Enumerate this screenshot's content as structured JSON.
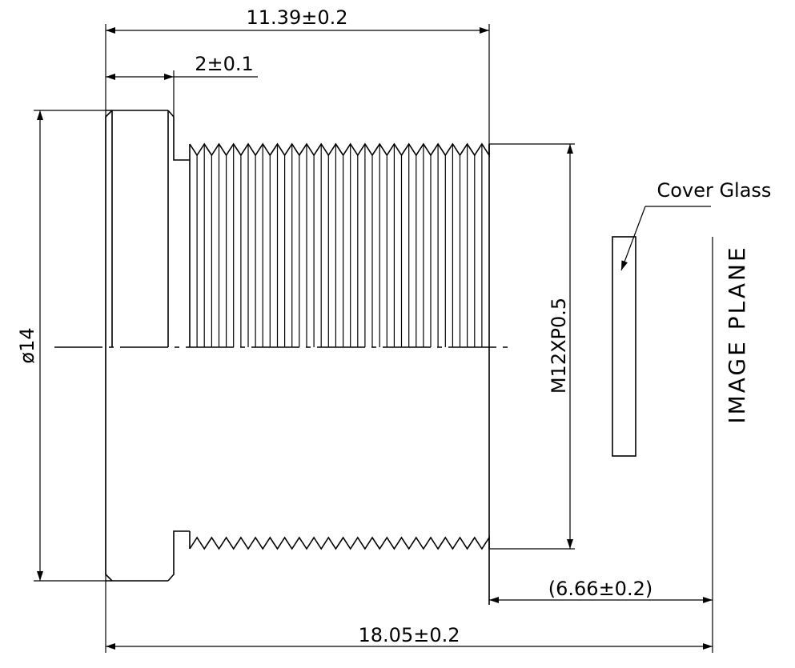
{
  "dimensions": {
    "overall_top": "11.39±0.2",
    "flange": "2±0.1",
    "diameter": "ø14",
    "thread": "M12XP0.5",
    "back_focal": "(6.66±0.2)",
    "overall_bottom": "18.05±0.2"
  },
  "callouts": {
    "cover_glass": "Cover Glass",
    "image_plane": "IMAGE PLANE"
  },
  "thread": {
    "tooth_count": 21
  }
}
